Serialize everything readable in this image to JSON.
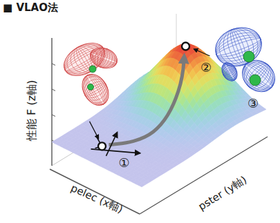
{
  "diagram": {
    "title": "■ VLAO法",
    "labels": [
      "性能 F (z軸)",
      "pelec (x軸)",
      "pster (y軸)",
      "①",
      "②",
      "③"
    ]
  }
}
